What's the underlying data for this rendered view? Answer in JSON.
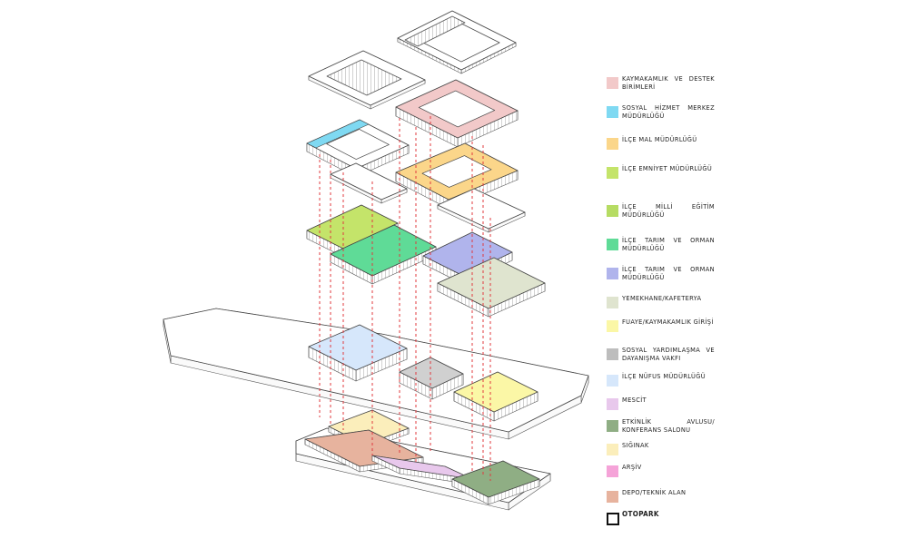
{
  "colors": {
    "kaymakamlik": "#f2c9c9",
    "sosyal_hizmet": "#7fd9f2",
    "mal": "#fbd68a",
    "emniyet": "#c4e46a",
    "milli_egitim": "#b6dc63",
    "tarim_green": "#5fdb97",
    "tarim_blue": "#b0b4ec",
    "yemekhane": "#dfe4cf",
    "fuaye": "#fbf7a6",
    "sosyal_yardim": "#bdbdbd",
    "nufus": "#d6e7fb",
    "mescit": "#e8c8ec",
    "etkinlik": "#8fae84",
    "siginak": "#fbeebb",
    "arsiv": "#f5a3d8",
    "depo": "#e7b39e",
    "otopark": "#111111",
    "connector": "#e0393e"
  },
  "legend": [
    {
      "label": "KAYMAKAMLIK VE DESTEK BİRİMLERİ",
      "color": "#f2c9c9"
    },
    {
      "label": "SOSYAL HİZMET MERKEZ MÜDÜRLÜĞÜ",
      "color": "#7fd9f2"
    },
    {
      "label": "İLÇE MAL MÜDÜRLÜĞÜ",
      "color": "#fbd68a"
    },
    {
      "label": "İLÇE EMNİYET MÜDÜRLÜĞÜ",
      "color": "#c4e46a"
    },
    {
      "label": "İLÇE MİLLİ EĞİTİM MÜDÜRLÜĞÜ",
      "color": "#b6dc63"
    },
    {
      "label": "İLÇE TARIM VE ORMAN MÜDÜRLÜĞÜ",
      "color": "#5fdb97"
    },
    {
      "label": "İLÇE TARIM VE ORMAN MÜDÜRLÜĞÜ",
      "color": "#b0b4ec"
    },
    {
      "label": "YEMEKHANE/KAFETERYA",
      "color": "#dfe4cf"
    },
    {
      "label": "FUAYE/KAYMAKAMLIK GİRİŞİ",
      "color": "#fbf7a6"
    },
    {
      "label": "SOSYAL YARDIMLAŞMA VE DAYANIŞMA VAKFI",
      "color": "#bdbdbd"
    },
    {
      "label": "İLÇE NÜFUS MÜDÜRLÜĞÜ",
      "color": "#d6e7fb"
    },
    {
      "label": "MESCİT",
      "color": "#e8c8ec"
    },
    {
      "label": "ETKİNLİK AVLUSU/ KONFERANS SALONU",
      "color": "#8fae84"
    },
    {
      "label": "SIĞINAK",
      "color": "#fbeebb"
    },
    {
      "label": "ARŞİV",
      "color": "#f5a3d8"
    },
    {
      "label": "DEPO/TEKNİK ALAN",
      "color": "#e7b39e"
    },
    {
      "label": "OTOPARK",
      "color": "#111111",
      "outline": true
    }
  ]
}
